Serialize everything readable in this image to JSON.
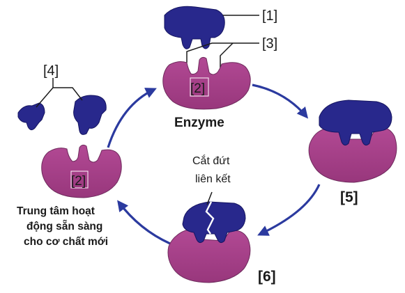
{
  "labels": {
    "l1": "[1]",
    "l3": "[3]",
    "l4": "[4]",
    "l5": "[5]",
    "l6": "[6]",
    "l2_top": "[2]",
    "l2_left": "[2]",
    "enzyme": "Enzyme",
    "break_bond_line1": "Cắt đứt",
    "break_bond_line2": "liên kết",
    "active_site_line1": "Trung tâm hoạt",
    "active_site_line2": "động sẵn sàng",
    "active_site_line3": "cho cơ chất mới"
  },
  "colors": {
    "enzyme": "#a33f86",
    "substrate": "#28288c",
    "arrow": "#2b3a9f",
    "outline": "#1a1a1a",
    "background": "#ffffff"
  }
}
